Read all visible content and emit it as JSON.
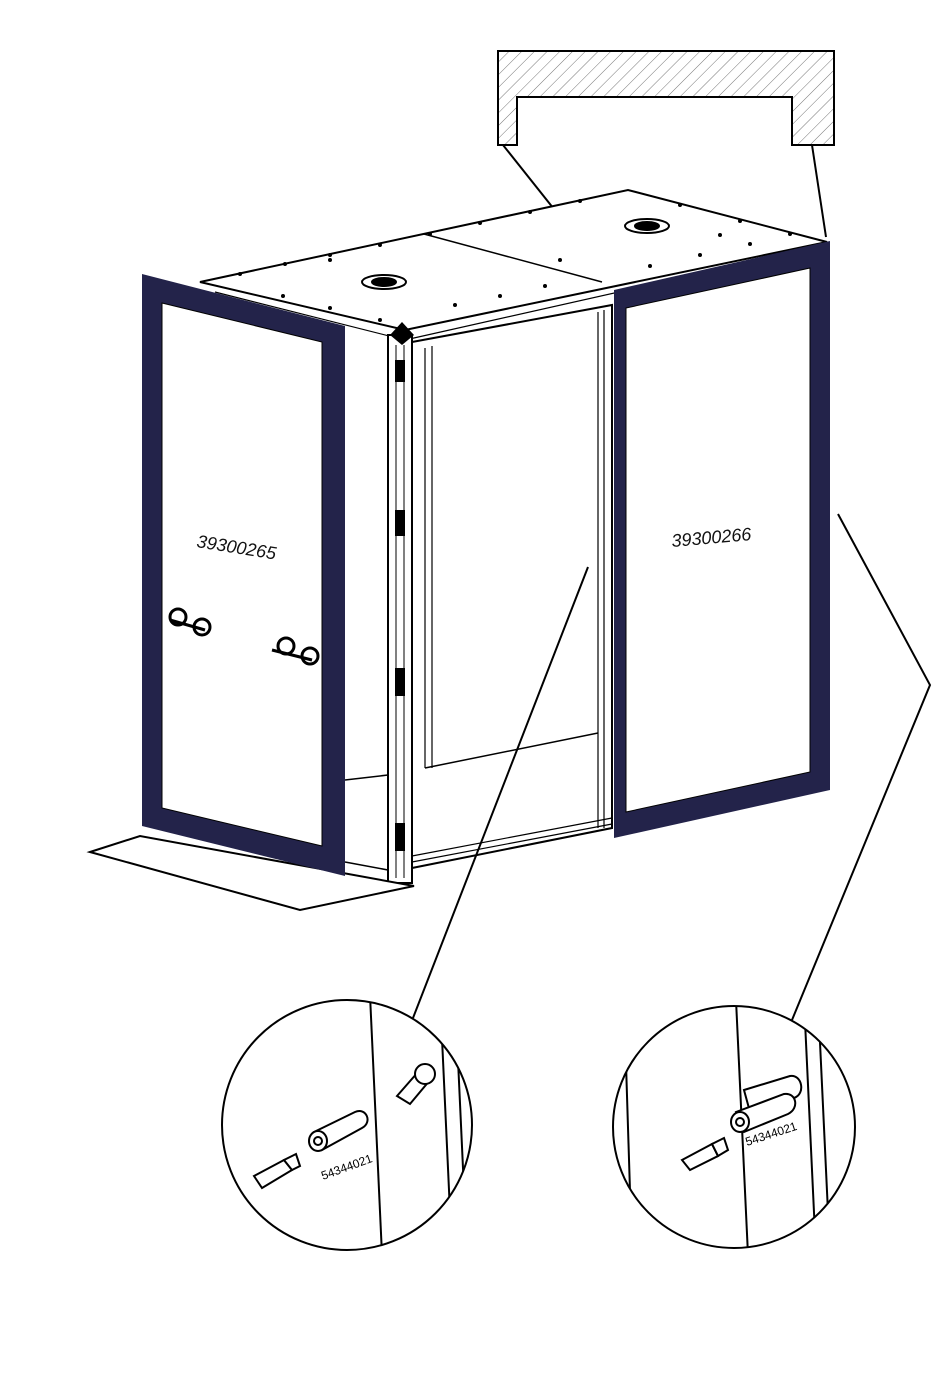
{
  "diagram": {
    "part_numbers": {
      "left_door": "39300265",
      "right_door": "39300266",
      "detail_left_bushing": "54344021",
      "detail_right_bushing": "54344021"
    },
    "colors": {
      "door_frame": "#23234a",
      "line": "#000000",
      "hatch": "#777777",
      "background": "#ffffff"
    },
    "icons": {
      "fan": "fan-vent-icon",
      "handle": "door-handle-icon",
      "hex_bit": "hex-bit-icon",
      "bushing": "threaded-bushing-icon"
    }
  }
}
